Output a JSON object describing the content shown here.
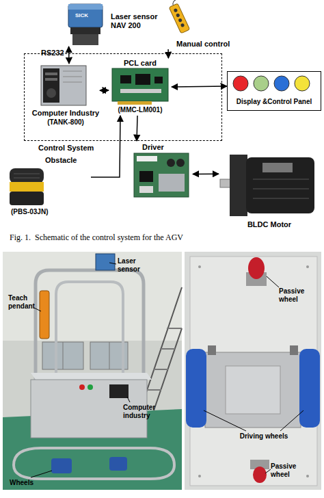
{
  "diagram": {
    "caption": "Fig. 1.  Schematic of the control system for the AGV",
    "nodes": [
      {
        "text": [
          "Control System"
        ]
      },
      {
        "text": [
          "Laser sensor NAV 200"
        ]
      },
      {
        "text": [
          "Computer Industry",
          "(TANK-800)"
        ],
        "in": 0
      },
      {
        "text": [
          "PCL card",
          "(MMC-LM001)"
        ],
        "in": 0
      },
      {
        "text": [
          "Manual control"
        ]
      },
      {
        "text": [
          "Display &Control Panel"
        ]
      },
      {
        "text": [
          "Obstacle",
          "(PBS-03JN)"
        ]
      },
      {
        "text": [
          "Driver"
        ]
      },
      {
        "text": [
          "BLDC Motor"
        ]
      }
    ],
    "edges": [
      {
        "from": 1,
        "to": 2,
        "label": "RS232",
        "arrow": "both"
      },
      {
        "from": 2,
        "to": 3,
        "arrow": "both"
      },
      {
        "from": 4,
        "to": 3,
        "arrow": "to"
      },
      {
        "from": 3,
        "to": 5,
        "arrow": "both"
      },
      {
        "from": 6,
        "to": 3,
        "arrow": "to"
      },
      {
        "from": 3,
        "to": 7,
        "arrow": "to"
      },
      {
        "from": 7,
        "to": 8,
        "arrow": "both"
      }
    ],
    "labels": [
      "SICK",
      "Laser sensor",
      "Teach pendant",
      "Computer industry",
      "Wheels",
      "Passive wheel",
      "Driving wheels",
      "Passive wheel"
    ]
  }
}
